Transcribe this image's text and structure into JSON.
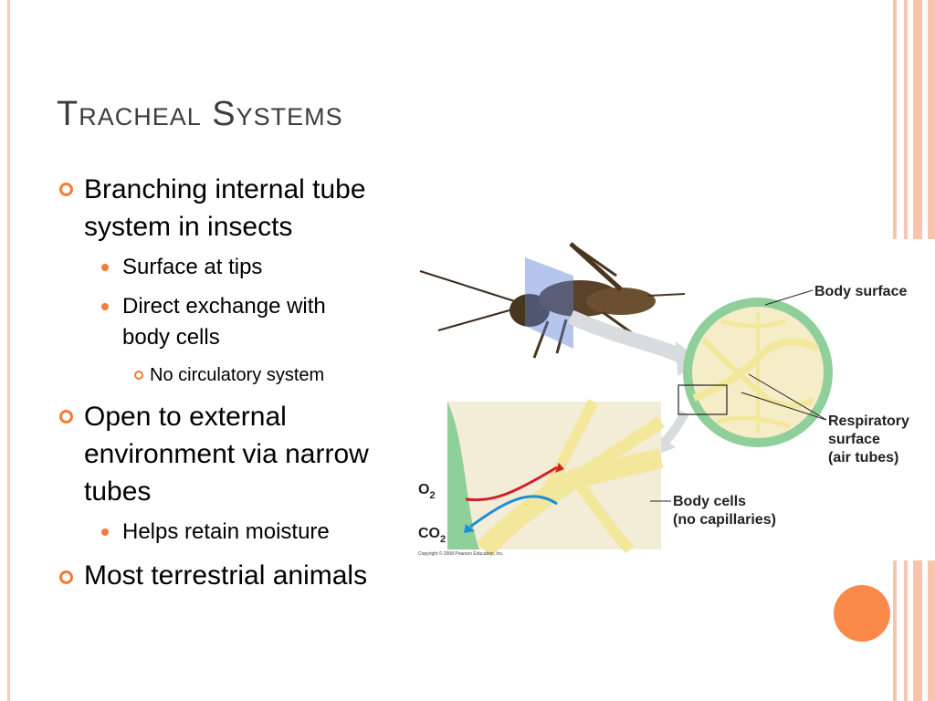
{
  "slide": {
    "title": "Tracheal Systems",
    "bullets": [
      {
        "text_a": "Branching internal tube",
        "text_b": "system in insects"
      },
      {
        "text": "Surface at tips"
      },
      {
        "text_a": "Direct exchange with",
        "text_b": "body cells"
      },
      {
        "text": "No circulatory system"
      },
      {
        "text_a": "Open to external",
        "text_b": "environment via narrow",
        "text_c": "tubes"
      },
      {
        "text": "Helps retain moisture"
      },
      {
        "text": "Most terrestrial animals"
      }
    ]
  },
  "figure": {
    "label_body_surface": "Body surface",
    "label_resp_1": "Respiratory",
    "label_resp_2": "surface",
    "label_resp_3": "(air tubes)",
    "label_cells_1": "Body cells",
    "label_cells_2": "(no capillaries)",
    "label_o2": "O",
    "label_o2_sub": "2",
    "label_co2": "CO",
    "label_co2_sub": "2",
    "copyright": "Copyright © 2008 Pearson Education, Inc."
  },
  "colors": {
    "accent": "#f47b34",
    "frame": "#f9c4ae",
    "title": "#3d3d3d"
  }
}
